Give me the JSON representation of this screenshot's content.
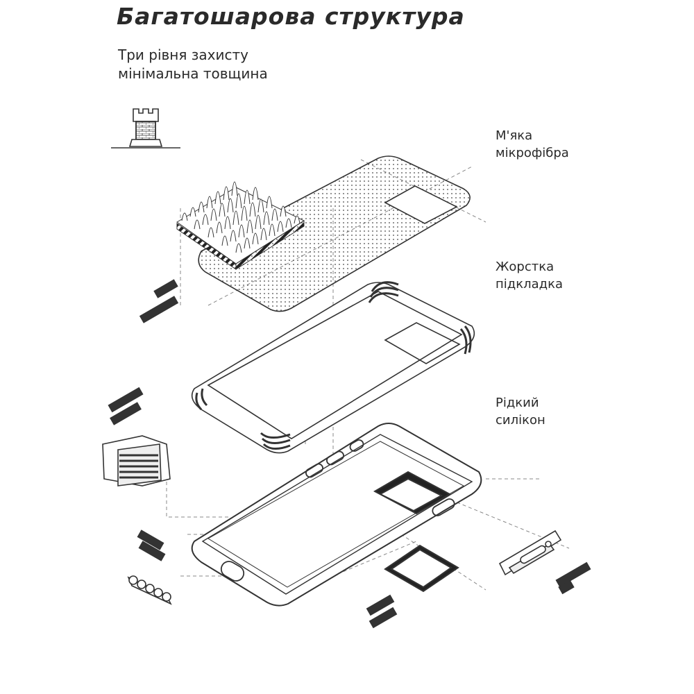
{
  "header": {
    "title": "Багатошарова структура",
    "subtitle_line1": "Три рівня захисту",
    "subtitle_line2": "мінімальна товщина"
  },
  "layers": [
    {
      "line1": "М'яка",
      "line2": "мікрофібра"
    },
    {
      "line1": "Жорстка",
      "line2": "підкладка"
    },
    {
      "line1": "Рідкий",
      "line2": "силікон"
    }
  ],
  "icons": {
    "badge": "castle-tower-icon"
  },
  "colors": {
    "text": "#2a2a2a",
    "line": "#333333",
    "dash": "#888888"
  }
}
